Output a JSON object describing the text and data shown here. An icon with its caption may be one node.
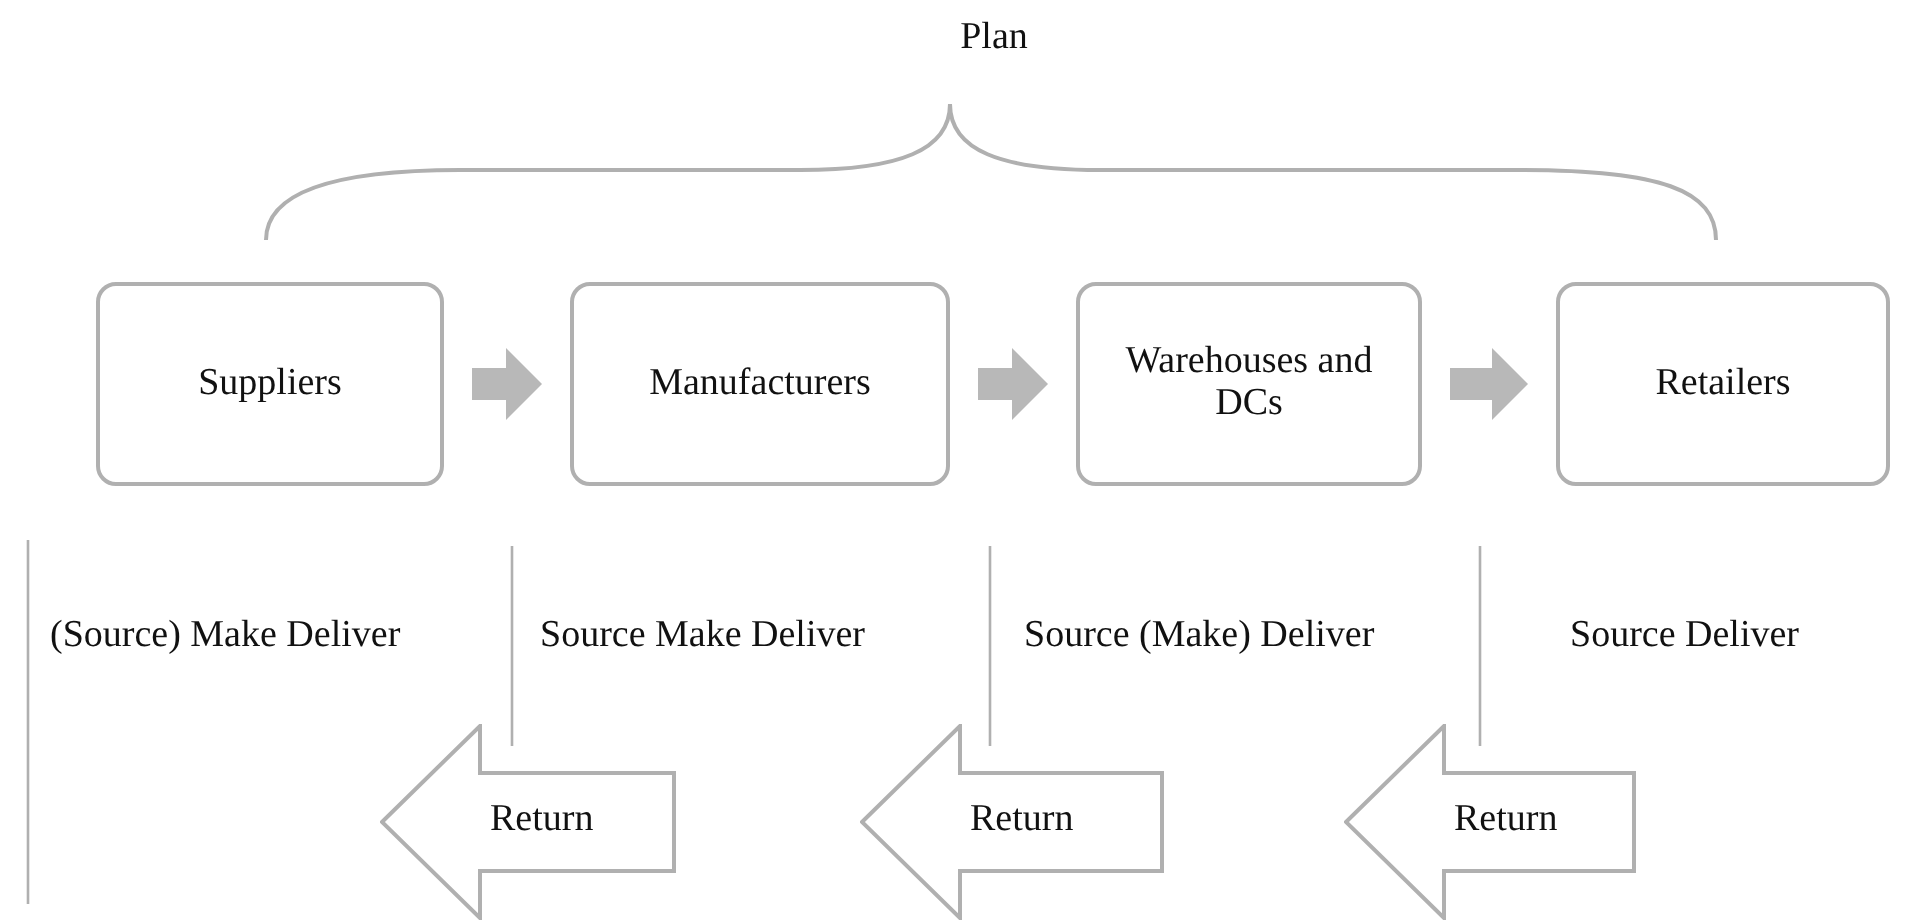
{
  "diagram": {
    "nodes": [
      {
        "text": [
          "Suppliers"
        ]
      },
      {
        "text": [
          "Manufacturers"
        ]
      },
      {
        "text": [
          "Warehouses and DCs"
        ]
      },
      {
        "text": [
          "Retailers"
        ]
      },
      {
        "text": [
          "Return"
        ]
      },
      {
        "text": [
          "Return"
        ]
      },
      {
        "text": [
          "Return"
        ]
      }
    ],
    "edges": [
      {
        "from": 0,
        "to": 1,
        "arrow": "to"
      },
      {
        "from": 1,
        "to": 2,
        "arrow": "to"
      },
      {
        "from": 2,
        "to": 3,
        "arrow": "to"
      }
    ],
    "labels": [
      "Plan",
      "(Source) Make Deliver",
      "Source Make Deliver",
      "Source (Make) Deliver",
      "Source Deliver"
    ]
  }
}
